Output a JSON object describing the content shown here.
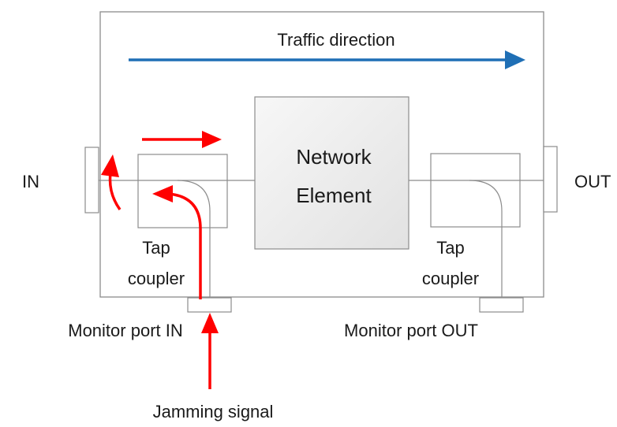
{
  "labels": {
    "traffic_direction": "Traffic direction",
    "network_element_line1": "Network",
    "network_element_line2": "Element",
    "in_port": "IN",
    "out_port": "OUT",
    "tap_coupler_left_line1": "Tap",
    "tap_coupler_left_line2": "coupler",
    "tap_coupler_right_line1": "Tap",
    "tap_coupler_right_line2": "coupler",
    "monitor_port_in": "Monitor port IN",
    "monitor_port_out": "Monitor port OUT",
    "jamming_signal": "Jamming signal"
  },
  "colors": {
    "traffic_arrow": "#1f6fb5",
    "signal_arrows": "#ff0000",
    "outline": "#8c8c8c",
    "network_element_fill": "#efefef"
  }
}
